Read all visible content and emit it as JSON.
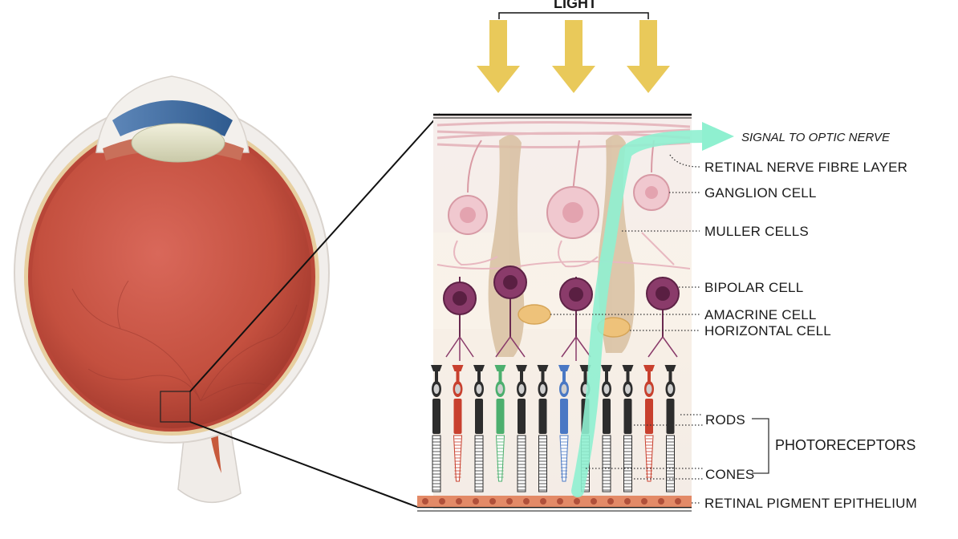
{
  "title": "LIGHT",
  "signal_label": "SIGNAL TO OPTIC NERVE",
  "labels": {
    "nerve_fibre": "RETINAL NERVE FIBRE LAYER",
    "ganglion": "GANGLION CELL",
    "muller": "MULLER CELLS",
    "bipolar": "BIPOLAR CELL",
    "amacrine": "AMACRINE CELL",
    "horizontal": "HORIZONTAL CELL",
    "rods": "RODS",
    "cones": "CONES",
    "photoreceptors": "PHOTORECEPTORS",
    "rpe": "RETINAL PIGMENT EPITHELIUM"
  },
  "colors": {
    "light_arrow": "#e9c95a",
    "signal_arrow": "#8ff0d0",
    "eye_red": "#c9564a",
    "rod": "#2d2d2d",
    "cone_red": "#c8402e",
    "cone_green": "#4caf6e",
    "cone_blue": "#4a78c4",
    "bipolar": "#7a2f5c",
    "ganglion": "#e9b8c0",
    "amacrine": "#eec27a"
  },
  "photoreceptor_sequence": [
    "rod",
    "cone-red",
    "rod",
    "cone-green",
    "rod",
    "rod",
    "cone-blue",
    "rod",
    "rod",
    "rod",
    "cone-red",
    "rod"
  ]
}
